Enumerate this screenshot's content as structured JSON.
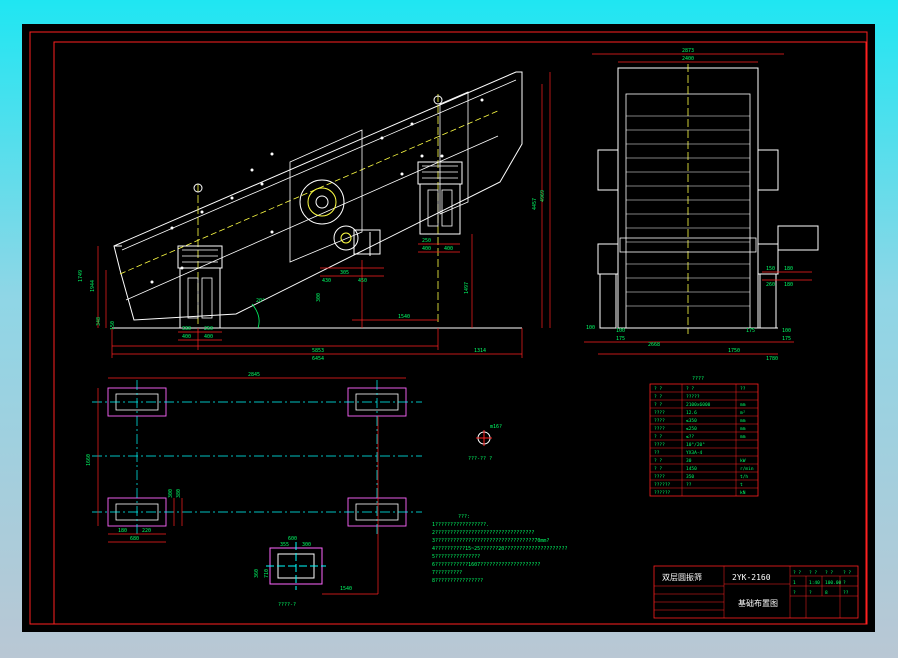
{
  "drawing": {
    "colors": {
      "background": "#000000",
      "frame": "#ff2020",
      "outline": "#ffffff",
      "dimension": "#00ff66",
      "centerline": "#00ffff",
      "accent": "#ff66ff",
      "machine": "#ffff44"
    },
    "side_view_dims": {
      "overall_length": "6454",
      "span": "5853",
      "tail": "1314",
      "a1540": "1540",
      "base_400_a": "400",
      "base_400_b": "400",
      "base_400_c": "400",
      "base_400_d": "400",
      "seg_330": "330",
      "seg_250": "250",
      "seg_250b": "250",
      "h_1749": "1749",
      "h_1944": "1944",
      "h_4457": "4457",
      "h_4969": "4969",
      "h_348": "348",
      "h_150": "150",
      "angle_20": "20°",
      "h_1497": "1497",
      "h_300": "300",
      "mid_305": "305",
      "mid_430": "430",
      "mid_450": "450"
    },
    "end_view_dims": {
      "top_2873": "2873",
      "top_2400": "2400",
      "bottom_100": "100",
      "bottom_175a": "175",
      "bottom_2668": "2668",
      "bottom_1750": "1750",
      "bottom_175b": "175",
      "bottom_100b": "100",
      "bottom_175c": "175",
      "bottom_1780": "1780",
      "left_100": "100",
      "side_150": "150",
      "side_180": "180",
      "side_260": "260",
      "side_180b": "180"
    },
    "foundation_dims": {
      "length_2845": "2845",
      "width_1660": "1660",
      "p180": "180",
      "p220": "220",
      "p680": "680",
      "p300": "300",
      "p380": "380"
    },
    "detail_dims": {
      "w600": "600",
      "w355": "355",
      "w300": "300",
      "h360": "360",
      "h710": "710",
      "d1540": "1540"
    },
    "labels": {
      "center_mark": "m16?",
      "center_caption": "???-?? ?",
      "detail_caption": "????-?"
    },
    "notes": {
      "title": "???:",
      "lines": [
        "1?????????????????.",
        "2?????????????????????????????????",
        "3?????????????????????????????????70mm?",
        "4??????????15~25??????20?????????????????????",
        "5???????????????",
        "6???????????1607????????????????????",
        "7?????????",
        "8????????????????"
      ]
    },
    "parameter_table": {
      "title": "????",
      "headers": [
        "? ?",
        "? ?",
        "??"
      ],
      "rows": [
        [
          "? ?",
          "?????",
          ""
        ],
        [
          "? ?",
          "2100x6000",
          "mm"
        ],
        [
          "????",
          "12.6",
          "m²"
        ],
        [
          "????",
          "≤350",
          "mm"
        ],
        [
          "????",
          "≤250",
          "mm"
        ],
        [
          "? ?",
          "≤??",
          "mm"
        ],
        [
          "????",
          "10°/20°",
          ""
        ],
        [
          "??",
          "YX3A-4",
          ""
        ],
        [
          "? ?",
          "30",
          "kW"
        ],
        [
          "? ?",
          "1450",
          "r/min"
        ],
        [
          "????",
          "350",
          "t/h"
        ],
        [
          "??????",
          "??",
          "t"
        ],
        [
          "??????",
          "",
          "kN"
        ]
      ]
    },
    "title_block": {
      "company": "双层圆振筛",
      "model": "2YK-2160",
      "drawing_name": "基础布置图",
      "cells": [
        "? ?",
        "? ?",
        "? ?",
        "? ?",
        "1",
        "1:40",
        "100.00",
        "?",
        "?",
        "?",
        "8",
        "??"
      ]
    }
  }
}
